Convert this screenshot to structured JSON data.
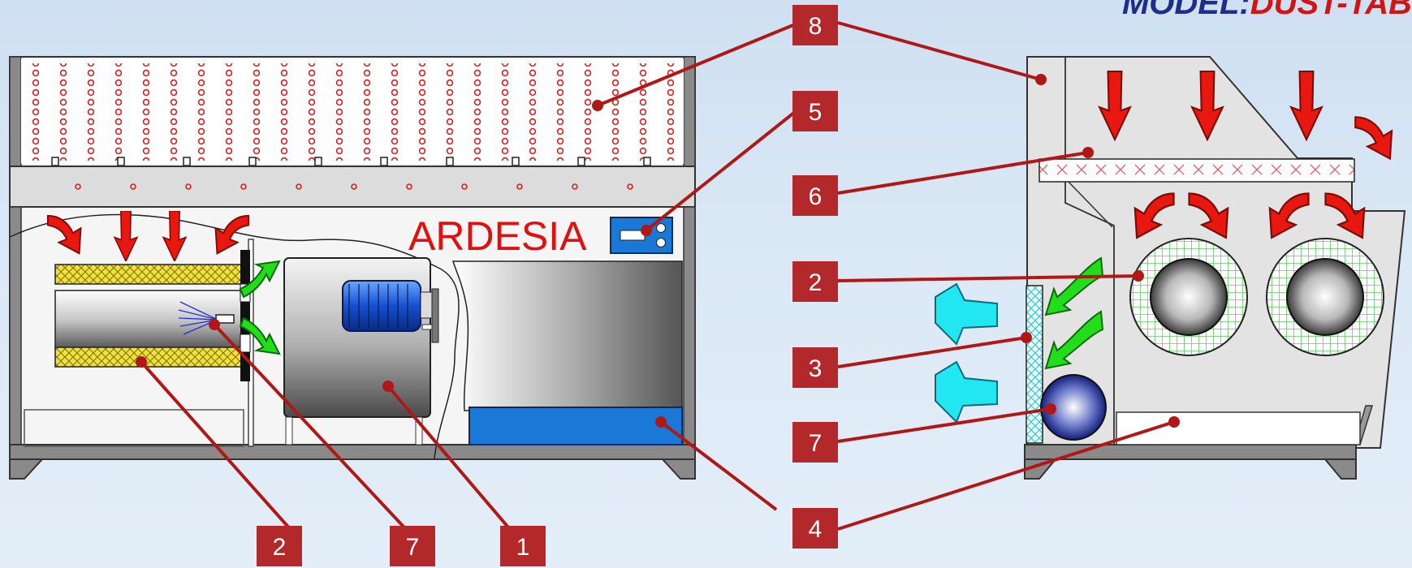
{
  "header": {
    "model_label": "MODEL:",
    "model_value": "DUST-TAB"
  },
  "brand": "ARDESIA",
  "callouts": [
    "8",
    "5",
    "6",
    "2",
    "3",
    "7",
    "4",
    "2",
    "7",
    "1"
  ],
  "colors": {
    "callout_box": "#b3282b",
    "leader_line": "#b01818",
    "arrow_in": "#e8170f",
    "arrow_recirc": "#22dd1a",
    "arrow_out": "#22e6f0",
    "panel": "#1a78d6",
    "cabinet": "#e3e3e3",
    "filter_mesh": "#f0e23a"
  }
}
